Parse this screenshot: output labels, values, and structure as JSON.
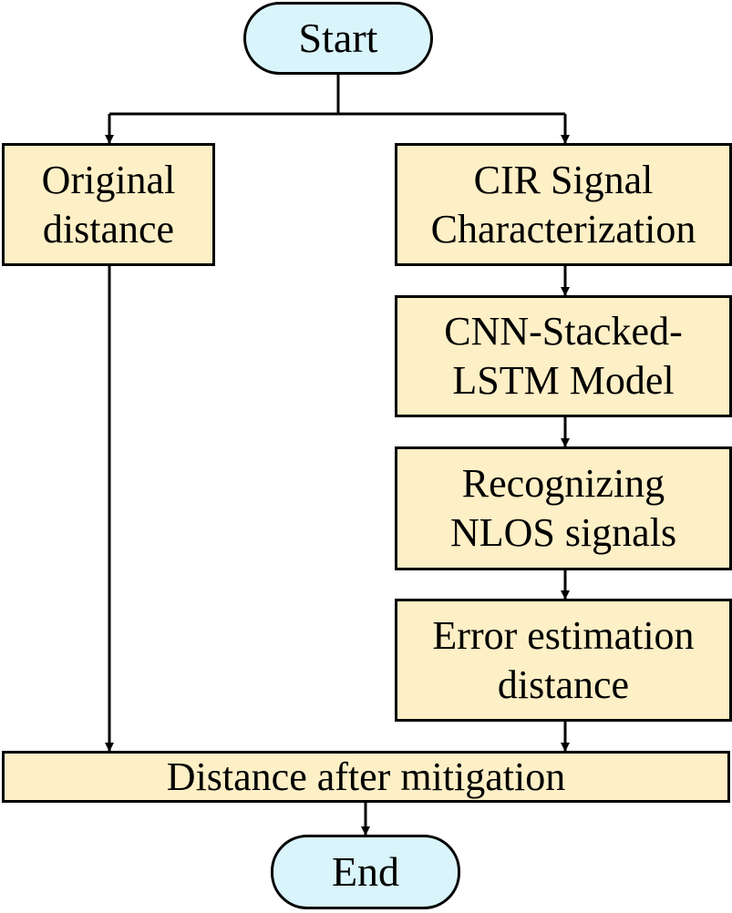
{
  "flowchart": {
    "start": "Start",
    "original_distance": "Original\ndistance",
    "cir_characterization": "CIR Signal\nCharacterization",
    "cnn_model": "CNN-Stacked-\nLSTM Model",
    "recognizing": "Recognizing\nNLOS signals",
    "error_estimation": "Error estimation\ndistance",
    "distance_after": "Distance after mitigation",
    "end": "End"
  },
  "colors": {
    "box_fill": "#fdefc6",
    "terminal_fill": "#d9f4fa",
    "stroke": "#000000"
  }
}
